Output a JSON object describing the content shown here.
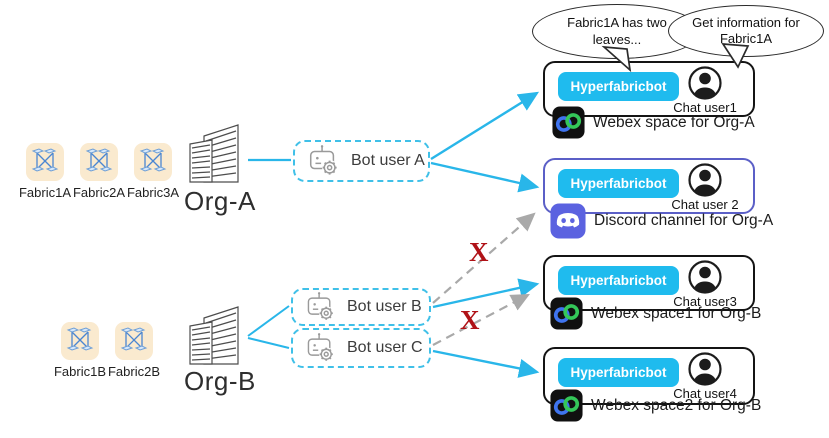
{
  "orgs": [
    {
      "label": "Org-A",
      "fabrics": [
        "Fabric1A",
        "Fabric2A",
        "Fabric3A"
      ],
      "bots": [
        "Bot user A"
      ]
    },
    {
      "label": "Org-B",
      "fabrics": [
        "Fabric1B",
        "Fabric2B"
      ],
      "bots": [
        "Bot user B",
        "Bot user C"
      ]
    }
  ],
  "speech_bubbles": [
    {
      "text": "Fabric1A has two leaves..."
    },
    {
      "text": "Get information for Fabric1A"
    }
  ],
  "channels": [
    {
      "bot_button": "Hyperfabricbot",
      "user": "Chat user1",
      "platform": "Webex space for Org-A",
      "app": "Webex"
    },
    {
      "bot_button": "Hyperfabricbot",
      "user": "Chat user 2",
      "platform": "Discord channel for Org-A",
      "app": "Discord"
    },
    {
      "bot_button": "Hyperfabricbot",
      "user": "Chat user3",
      "platform": "Webex space1 for Org-B",
      "app": "Webex"
    },
    {
      "bot_button": "Hyperfabricbot",
      "user": "Chat user4",
      "platform": "Webex space2 for Org-B",
      "app": "Webex"
    }
  ],
  "blocked_marker": "X",
  "connections": [
    {
      "from": "Org-A",
      "to": "Bot user A",
      "style": "solid-line"
    },
    {
      "from": "Bot user A",
      "to": "Webex space for Org-A",
      "style": "solid-arrow"
    },
    {
      "from": "Bot user A",
      "to": "Discord channel for Org-A",
      "style": "solid-arrow"
    },
    {
      "from": "Org-B",
      "to": "Bot user B",
      "style": "solid-line"
    },
    {
      "from": "Org-B",
      "to": "Bot user C",
      "style": "solid-line"
    },
    {
      "from": "Bot user B",
      "to": "Discord channel for Org-A",
      "style": "dashed-blocked"
    },
    {
      "from": "Bot user B",
      "to": "Webex space1 for Org-B",
      "style": "solid-arrow"
    },
    {
      "from": "Bot user C",
      "to": "Webex space1 for Org-B",
      "style": "dashed-blocked"
    },
    {
      "from": "Bot user C",
      "to": "Webex space2 for Org-B",
      "style": "solid-arrow"
    }
  ],
  "colors": {
    "accent_cyan": "#1fbbee",
    "arrow_cyan": "#29b6e9",
    "dashed_gray": "#a9a9a9",
    "blocked_red": "#b01217",
    "discord_purple": "#5b5fc7",
    "fabric_tile_bg": "#faeacf"
  }
}
